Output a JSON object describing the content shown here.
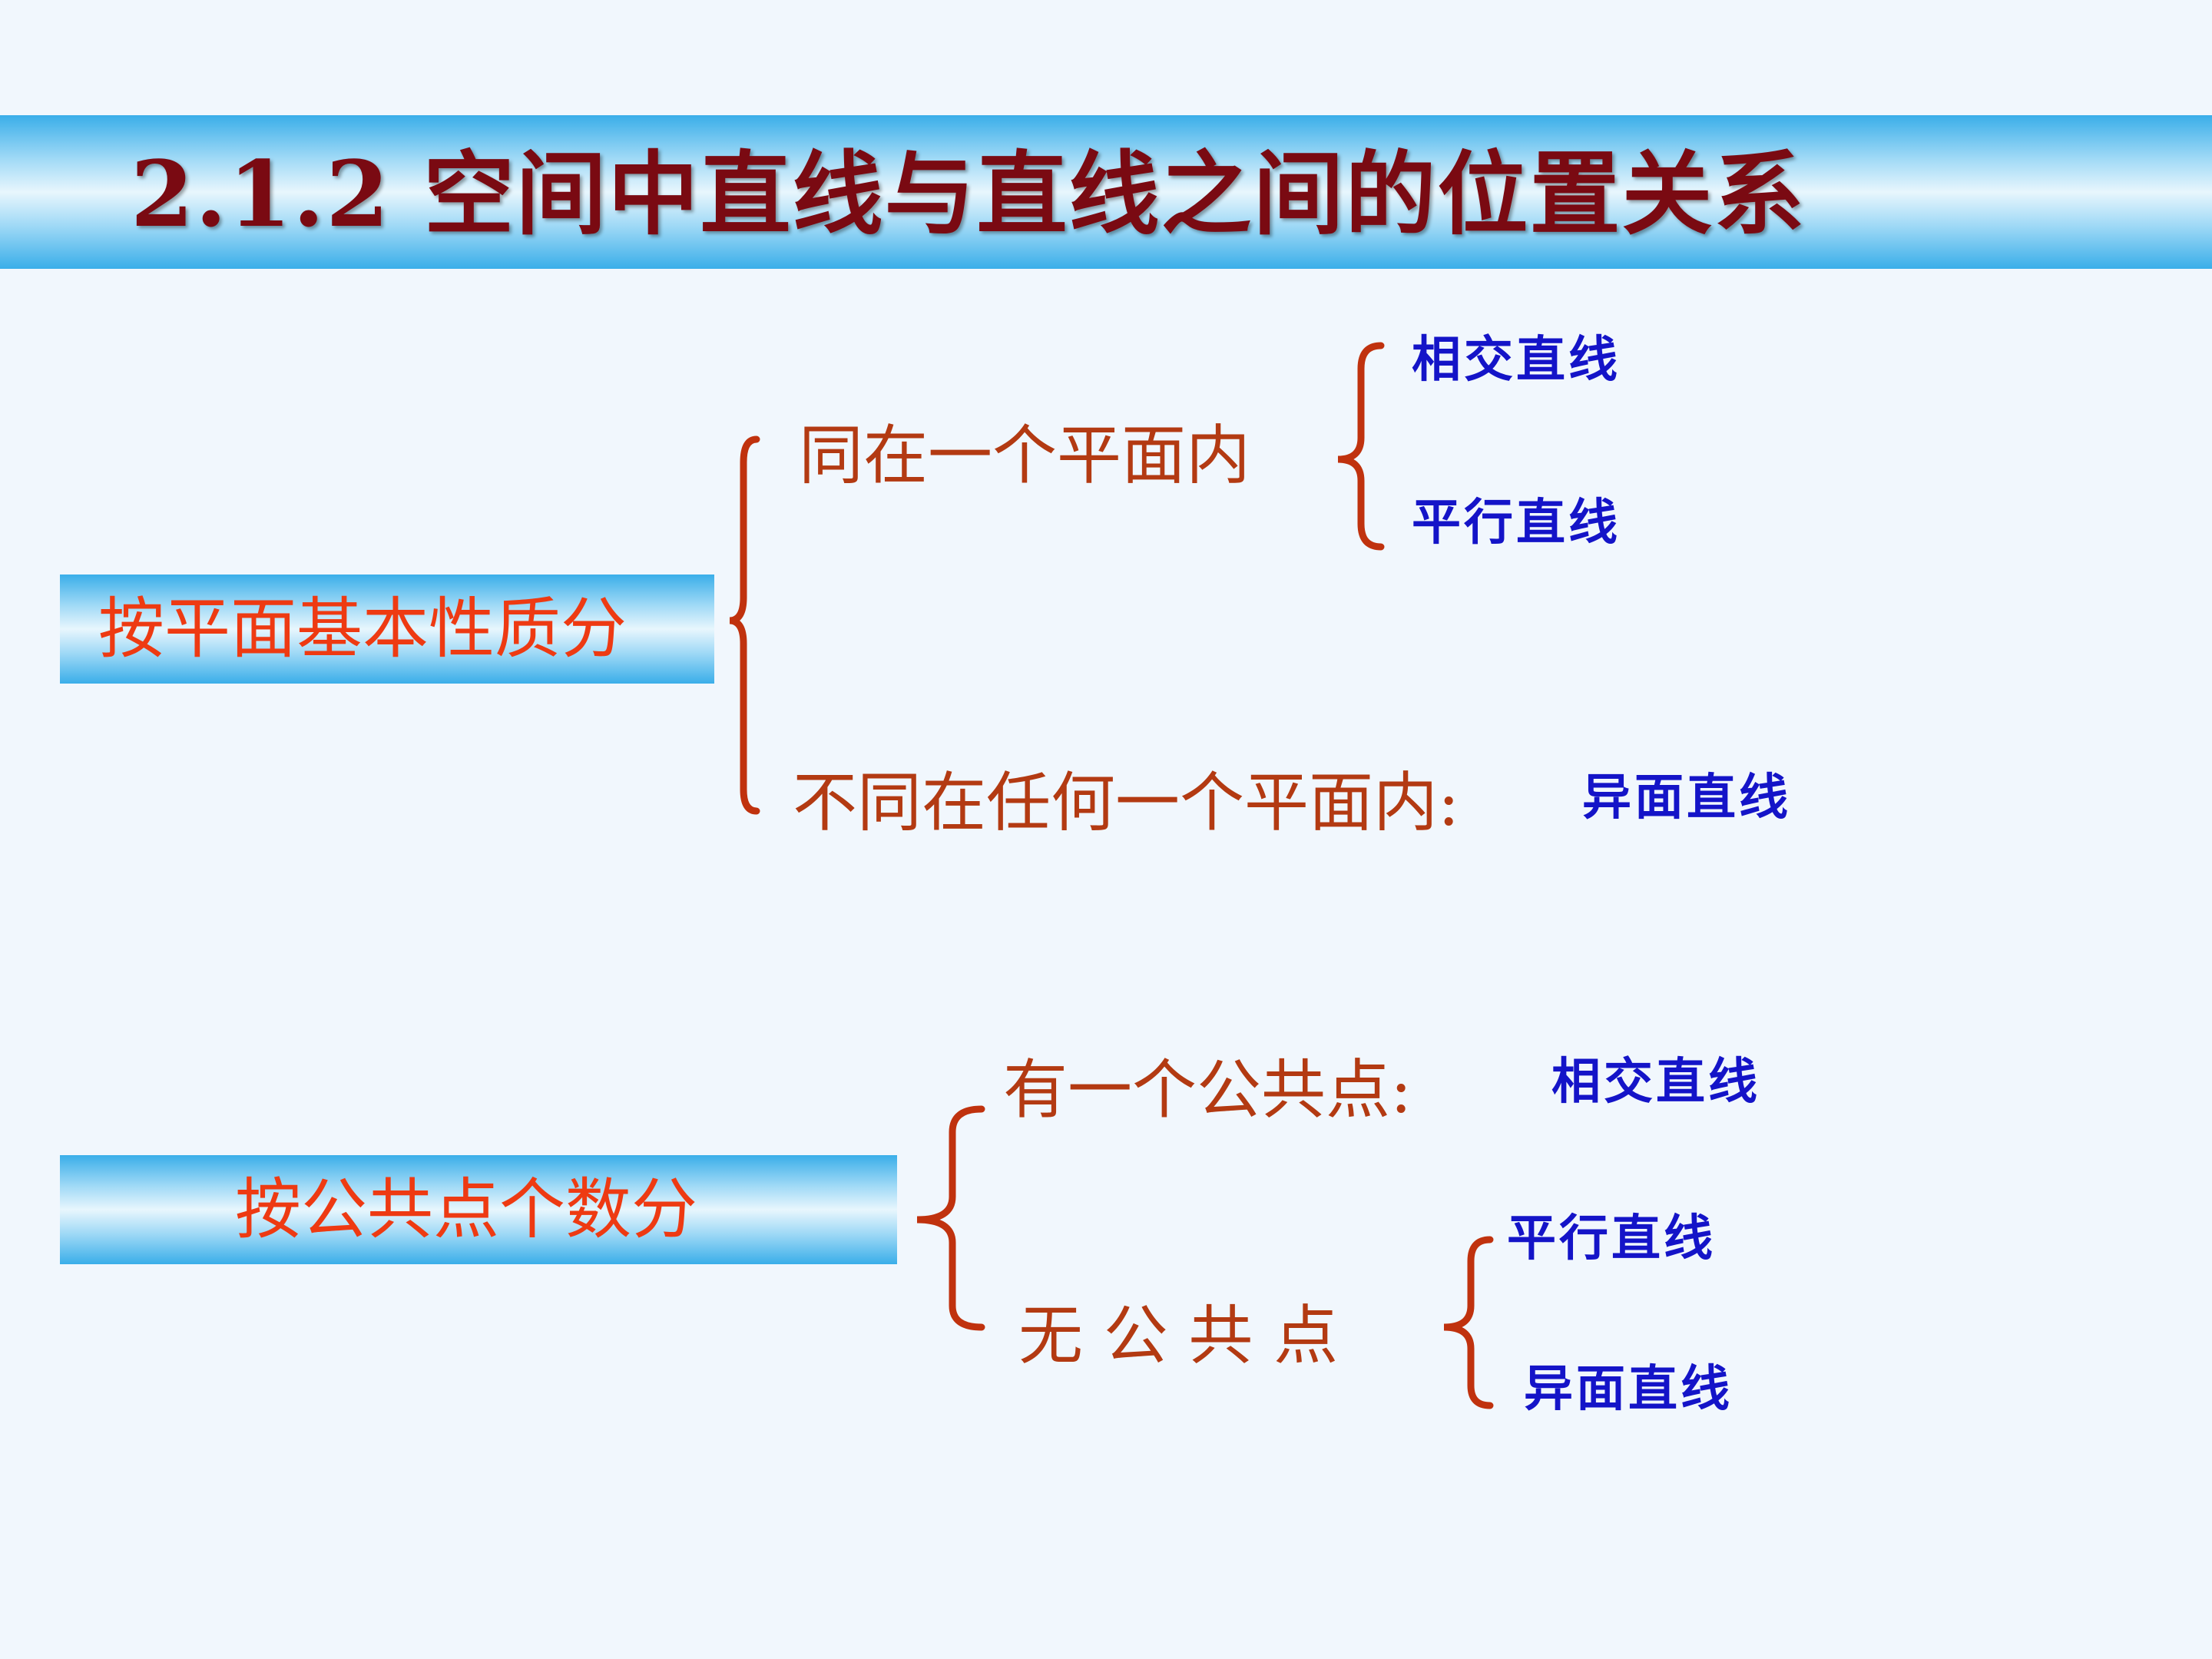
{
  "title": "2.1.2 空间中直线与直线之间的位置关系",
  "classification_by_plane": {
    "label": "按平面基本性质分",
    "same_plane": {
      "label": "同在一个平面内",
      "items": [
        "相交直线",
        "平行直线"
      ]
    },
    "not_same_plane": {
      "label": "不同在任何一个平面内:",
      "item": "异面直线"
    }
  },
  "classification_by_common_points": {
    "label": "按公共点个数分",
    "one_point": {
      "label": "有一个公共点:",
      "item": "相交直线"
    },
    "no_point": {
      "label": "无 公 共 点",
      "items": [
        "平行直线",
        "异面直线"
      ]
    }
  },
  "colors": {
    "title": "#7a0a12",
    "category": "#ee3a12",
    "branch": "#b33a12",
    "leaf": "#1414c8",
    "brace": "#c0320e"
  }
}
